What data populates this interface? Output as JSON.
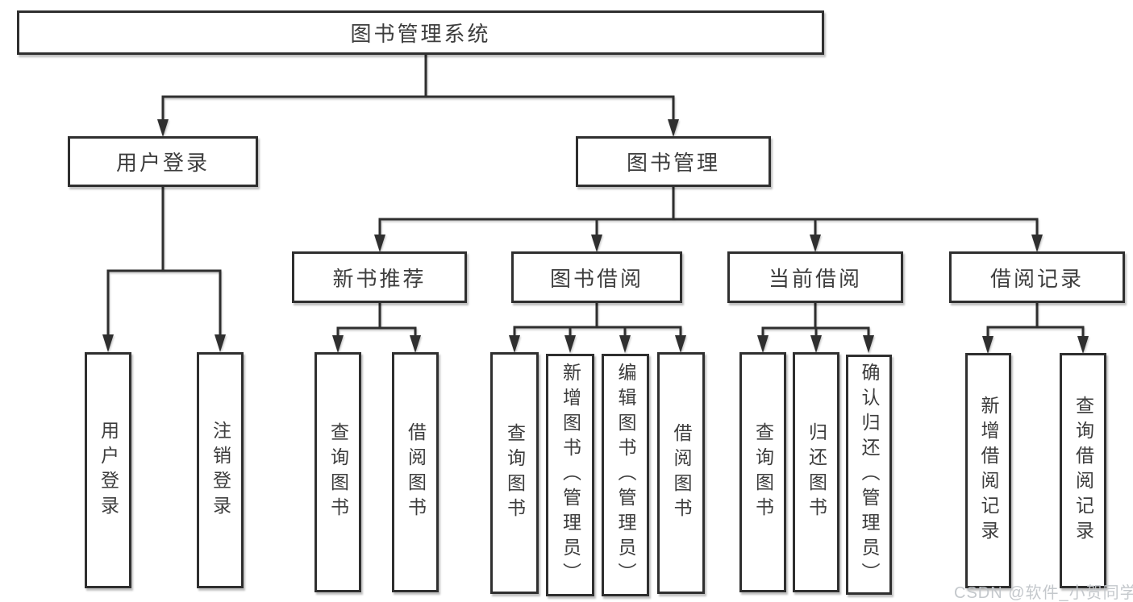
{
  "tree": {
    "label": "图书管理系统",
    "children": [
      {
        "label": "用户登录",
        "children": [
          {
            "label": "用户登录"
          },
          {
            "label": "注销登录"
          }
        ]
      },
      {
        "label": "图书管理",
        "children": [
          {
            "label": "新书推荐",
            "children": [
              {
                "label": "查询图书"
              },
              {
                "label": "借阅图书"
              }
            ]
          },
          {
            "label": "图书借阅",
            "children": [
              {
                "label": "查询图书"
              },
              {
                "label": "新增图书（管理员）"
              },
              {
                "label": "编辑图书（管理员）"
              },
              {
                "label": "借阅图书"
              }
            ]
          },
          {
            "label": "当前借阅",
            "children": [
              {
                "label": "查询图书"
              },
              {
                "label": "归还图书"
              },
              {
                "label": "确认归还（管理员）"
              }
            ]
          },
          {
            "label": "借阅记录",
            "children": [
              {
                "label": "新增借阅记录"
              },
              {
                "label": "查询借阅记录"
              }
            ]
          }
        ]
      }
    ]
  },
  "watermark": {
    "text": "CSDN @软件_小贺同学"
  },
  "colors": {
    "line": "#2f2f2f",
    "box_border": "#2f2f2f",
    "text": "#3d3d3d",
    "background": "#ffffff",
    "watermark": "#c1c5c9"
  }
}
